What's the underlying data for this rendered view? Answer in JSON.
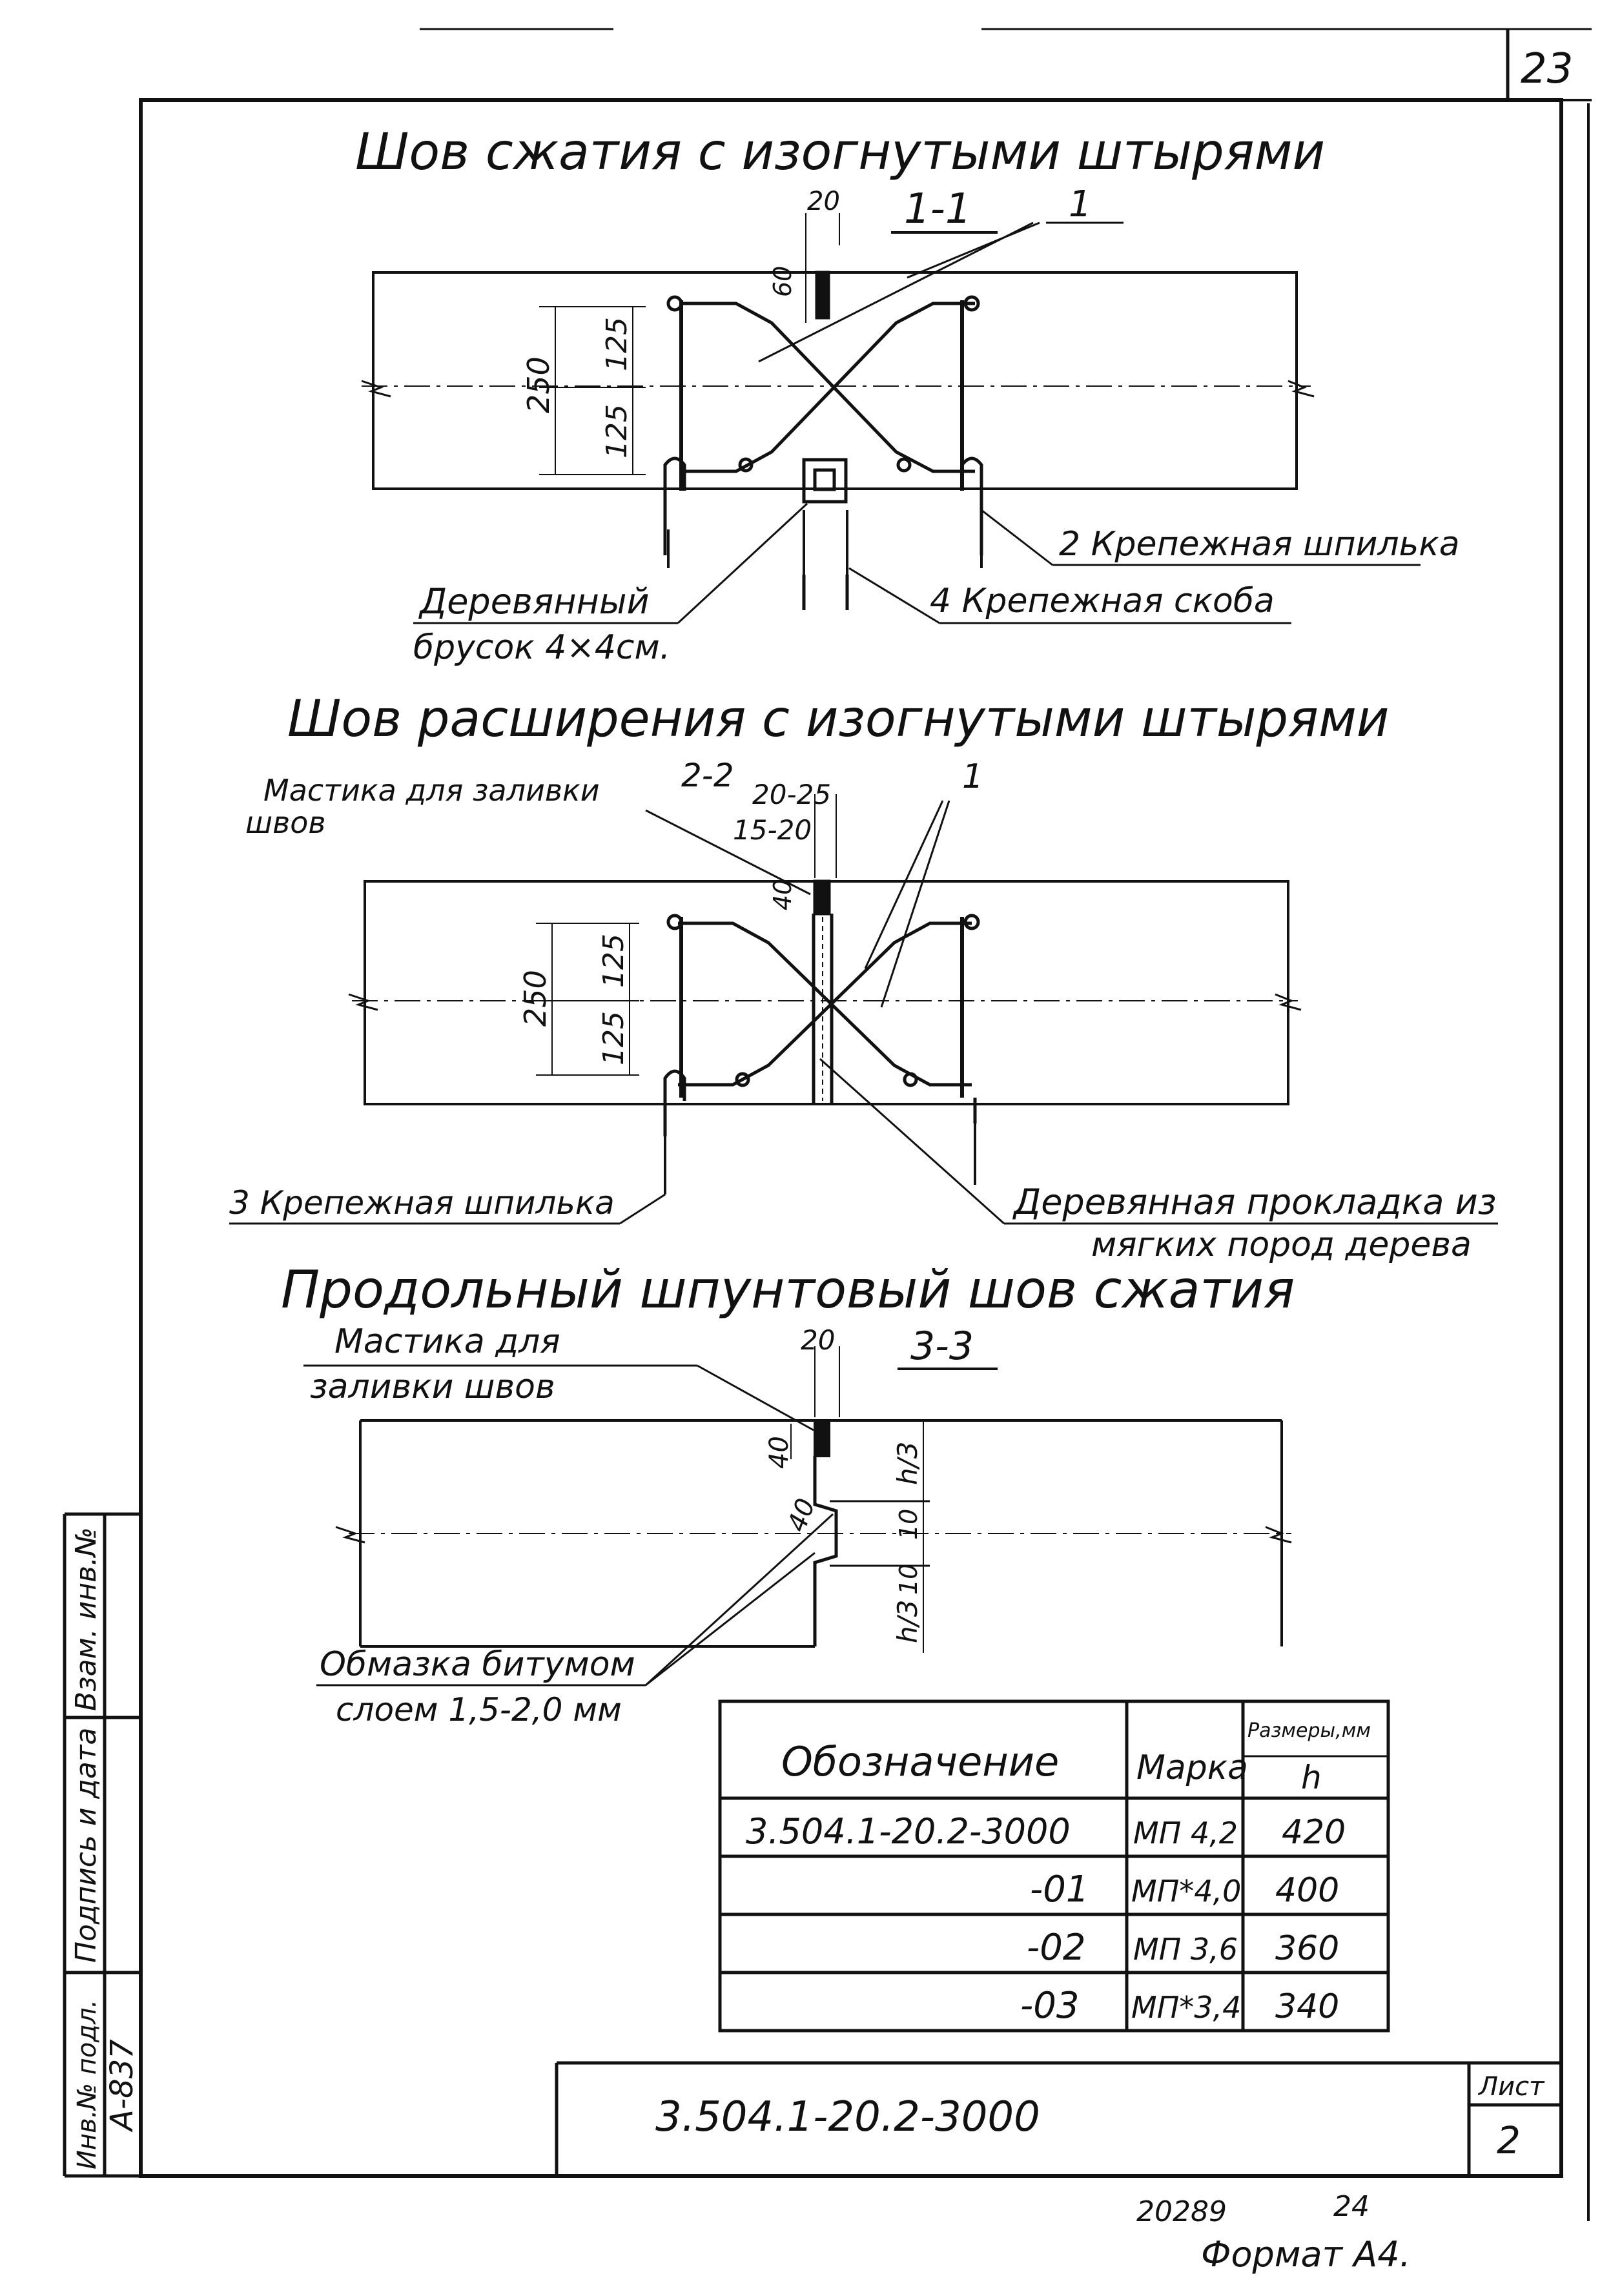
{
  "sheet": {
    "page_number": "23",
    "format": "Формат А4.",
    "bottom_numbers": [
      "20289",
      "24"
    ]
  },
  "sections": {
    "s1": {
      "title": "Шов сжатия с изогнутыми штырями",
      "section_mark": "1-1",
      "callout_1": "1",
      "dims": [
        "20",
        "60",
        "250",
        "125",
        "125"
      ],
      "label_pin": "2 Крепежная шпилька",
      "label_bracket": "4 Крепежная скоба",
      "label_block_1": "Деревянный",
      "label_block_2": "брусок 4×4см."
    },
    "s2": {
      "title": "Шов расширения с изогнутыми штырями",
      "section_mark": "2-2",
      "callout_1": "1",
      "label_mastic_1": "Мастика для заливки",
      "label_mastic_2": "швов",
      "dims": [
        "20-25",
        "15-20",
        "40",
        "250",
        "125",
        "125"
      ],
      "label_pin": "3 Крепежная шпилька",
      "label_pad_1": "Деревянная прокладка из",
      "label_pad_2": "мягких пород дерева"
    },
    "s3": {
      "title": "Продольный шпунтовый шов сжатия",
      "section_mark": "3-3",
      "label_mastic_1": "Мастика для",
      "label_mastic_2": "заливки швов",
      "dims": [
        "20",
        "40",
        "40",
        "h/3",
        "10",
        "10",
        "h/3"
      ],
      "label_bitumen_1": "Обмазка битумом",
      "label_bitumen_2": "слоем 1,5-2,0 мм"
    }
  },
  "table": {
    "headers": {
      "designation": "Обозначение",
      "mark": "Марка",
      "sizes": "Размеры,мм",
      "h": "h"
    },
    "rows": [
      {
        "designation": "3.504.1-20.2-3000",
        "mark": "МП 4,2",
        "h": "420"
      },
      {
        "designation": "-01",
        "mark": "МП*4,0",
        "h": "400"
      },
      {
        "designation": "-02",
        "mark": "МП 3,6",
        "h": "360"
      },
      {
        "designation": "-03",
        "mark": "МП*3,4",
        "h": "340"
      }
    ]
  },
  "title_block": {
    "code": "3.504.1-20.2-3000",
    "sheet_label": "Лист",
    "sheet_number": "2"
  },
  "side_stamp": {
    "inv_orig": "Инв.№ подл.",
    "sign_date": "Подпись и дата",
    "inv_repl": "Взам. инв.№",
    "inv_value": "А-837"
  }
}
